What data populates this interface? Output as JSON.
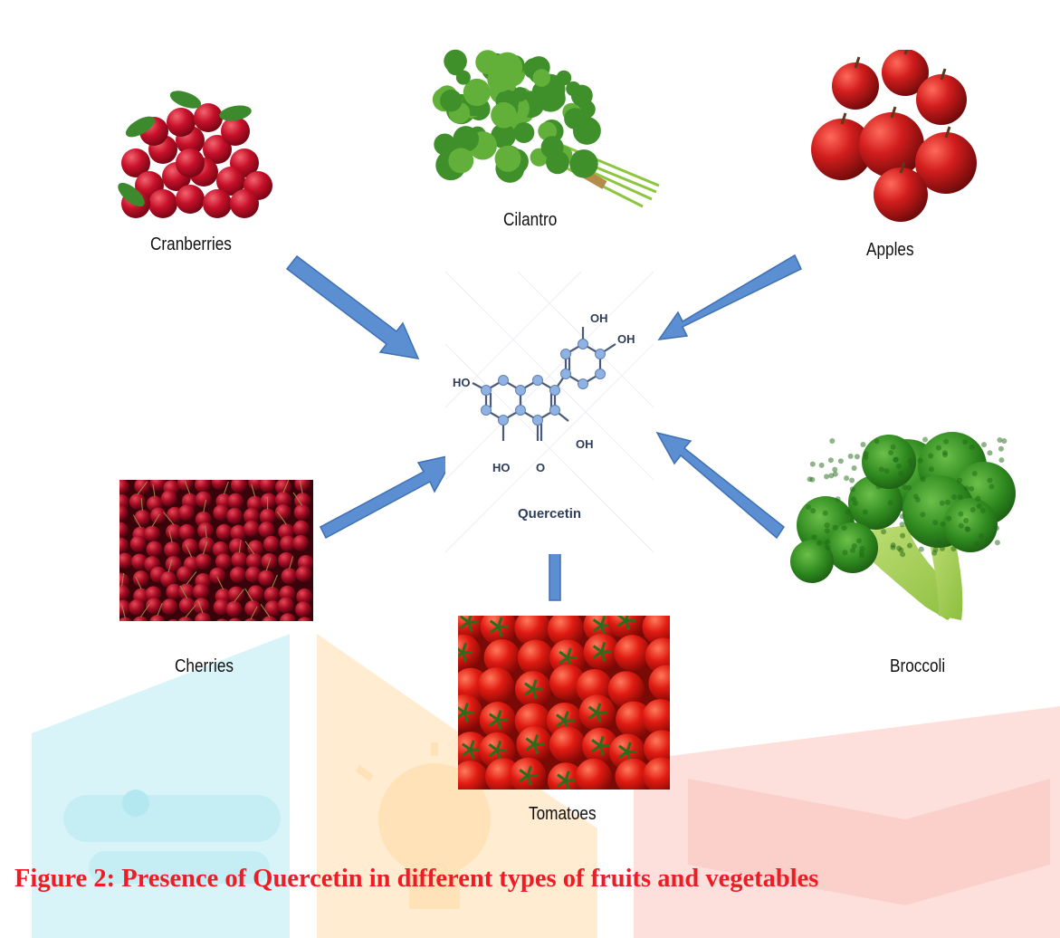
{
  "diagram": {
    "center_label": "Quercetin",
    "sources": [
      {
        "id": "cranberries",
        "label": "Cranberries"
      },
      {
        "id": "cilantro",
        "label": "Cilantro"
      },
      {
        "id": "apples",
        "label": "Apples"
      },
      {
        "id": "cherries",
        "label": "Cherries"
      },
      {
        "id": "broccoli",
        "label": "Broccoli"
      },
      {
        "id": "tomatoes",
        "label": "Tomatoes"
      }
    ],
    "molecule_groups": [
      "OH",
      "OH",
      "HO",
      "OH",
      "HO",
      "O"
    ],
    "caption": "Figure 2: Presence of Quercetin in different types of fruits and vegetables"
  },
  "colors": {
    "arrow": "#5b8fd2",
    "arrow_border": "#3f6fb4",
    "caption": "#ee1c25",
    "atom": "#8fb2e3",
    "bond": "#4a5a78",
    "watermark_cyan": "#d9f4f8",
    "watermark_orange": "#ffecd1",
    "watermark_red": "#fde0dc"
  },
  "icons": [
    "cranberries-photo",
    "cilantro-photo",
    "apples-photo",
    "cherries-photo",
    "broccoli-photo",
    "tomatoes-photo",
    "quercetin-molecule-icon",
    "watermark-logo"
  ]
}
